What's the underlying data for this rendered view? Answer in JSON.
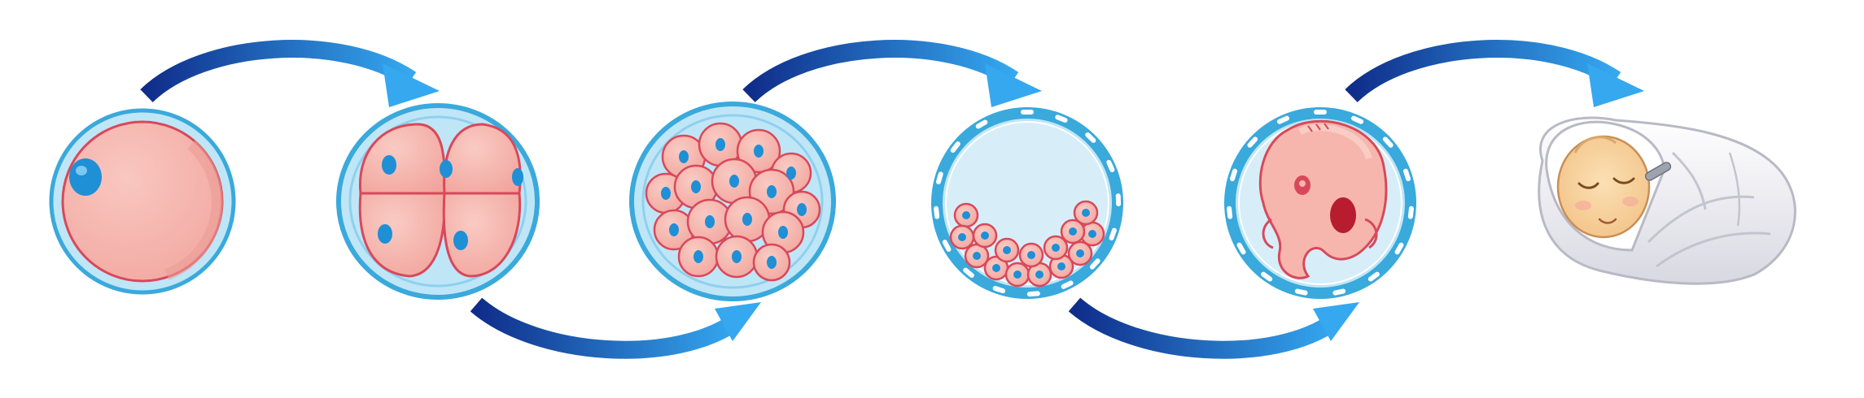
{
  "diagram": {
    "kind": "human development stages",
    "stages": [
      {
        "name": "zygote"
      },
      {
        "name": "four-cell-stage"
      },
      {
        "name": "morula"
      },
      {
        "name": "blastocyst"
      },
      {
        "name": "embryo"
      },
      {
        "name": "newborn-baby"
      }
    ],
    "arrows": [
      {
        "from": "zygote",
        "to": "four-cell-stage",
        "side": "top"
      },
      {
        "from": "four-cell-stage",
        "to": "morula",
        "side": "bottom"
      },
      {
        "from": "morula",
        "to": "blastocyst",
        "side": "top"
      },
      {
        "from": "blastocyst",
        "to": "embryo",
        "side": "bottom"
      },
      {
        "from": "embryo",
        "to": "newborn-baby",
        "side": "top"
      }
    ]
  },
  "colors": {
    "membrane_blue": "#3aa9dc",
    "membrane_light": "#bfe6f7",
    "cell_pink": "#f6b6ad",
    "cell_outline": "#d9485a",
    "nucleus_blue": "#1f8fd6",
    "arrow_dark": "#0f2d8a",
    "arrow_light": "#35a8f0",
    "blanket": "#f2f2f6",
    "skin": "#f9d2a0"
  }
}
